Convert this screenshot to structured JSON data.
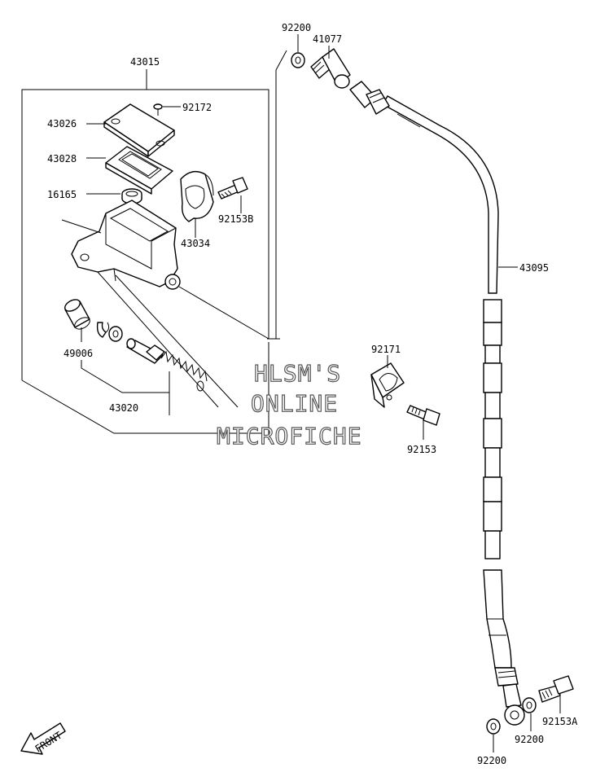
{
  "parts": {
    "p43015": "43015",
    "p92172": "92172",
    "p43026": "43026",
    "p43028": "43028",
    "p16165": "16165",
    "p92153B": "92153B",
    "p43034": "43034",
    "p49006": "49006",
    "p43020": "43020",
    "p92200_top": "92200",
    "p41077": "41077",
    "p43095": "43095",
    "p92171": "92171",
    "p92153": "92153",
    "p92153A": "92153A",
    "p92200_mid": "92200",
    "p92200_bot": "92200"
  },
  "watermark": {
    "line1": "HLSM'S",
    "line2": "ONLINE",
    "line3": "MICROFICHE"
  },
  "front_label": "FRONT"
}
